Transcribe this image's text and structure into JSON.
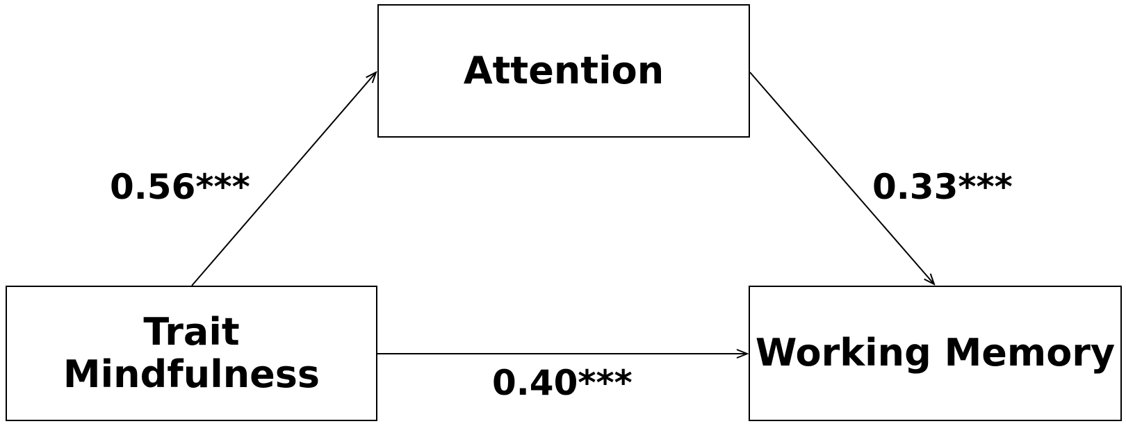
{
  "nodes": {
    "attention": "Attention",
    "trait_line1": "Trait",
    "trait_line2": "Mindfulness",
    "working_memory": "Working Memory"
  },
  "paths": {
    "trait_to_attention": "0.56***",
    "attention_to_working_memory": "0.33***",
    "trait_to_working_memory": "0.40***"
  },
  "colors": {
    "stroke": "#000000",
    "background": "#ffffff"
  }
}
